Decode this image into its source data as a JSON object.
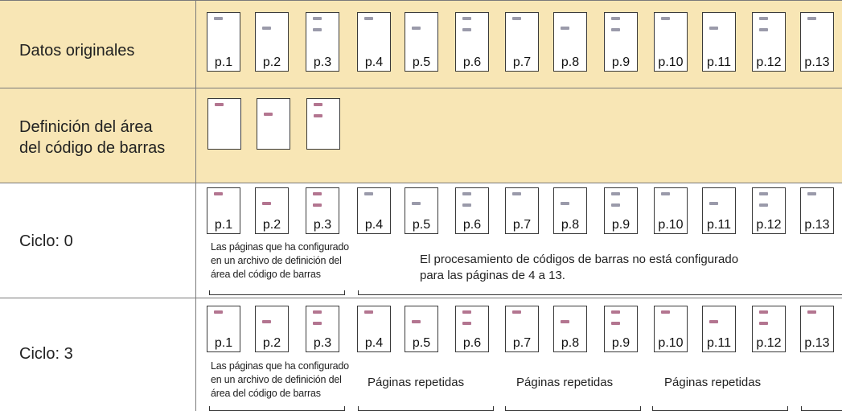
{
  "rows": {
    "original": {
      "label": "Datos originales"
    },
    "definition": {
      "label": "Definición del área\ndel código de barras"
    },
    "cycle0": {
      "label": "Ciclo: 0",
      "note": "Las páginas que ha configurado\nen un archivo de definición del\nárea del código de barras",
      "message": "El procesamiento de códigos de barras no está configurado\npara las páginas de 4 a 13."
    },
    "cycle3": {
      "label": "Ciclo: 3",
      "note": "Las páginas que ha configurado\nen un archivo de definición del\nárea del código de barras",
      "repeated": [
        "Páginas repetidas",
        "Páginas repetidas",
        "Páginas repetidas"
      ]
    }
  },
  "pages": [
    "p.1",
    "p.2",
    "p.3",
    "p.4",
    "p.5",
    "p.6",
    "p.7",
    "p.8",
    "p.9",
    "p.10",
    "p.11",
    "p.12",
    "p.13"
  ],
  "colors": {
    "highlight_row": "#f8e6b5",
    "barcode_plain": "#9a9aaa",
    "barcode_read": "#b37590"
  }
}
